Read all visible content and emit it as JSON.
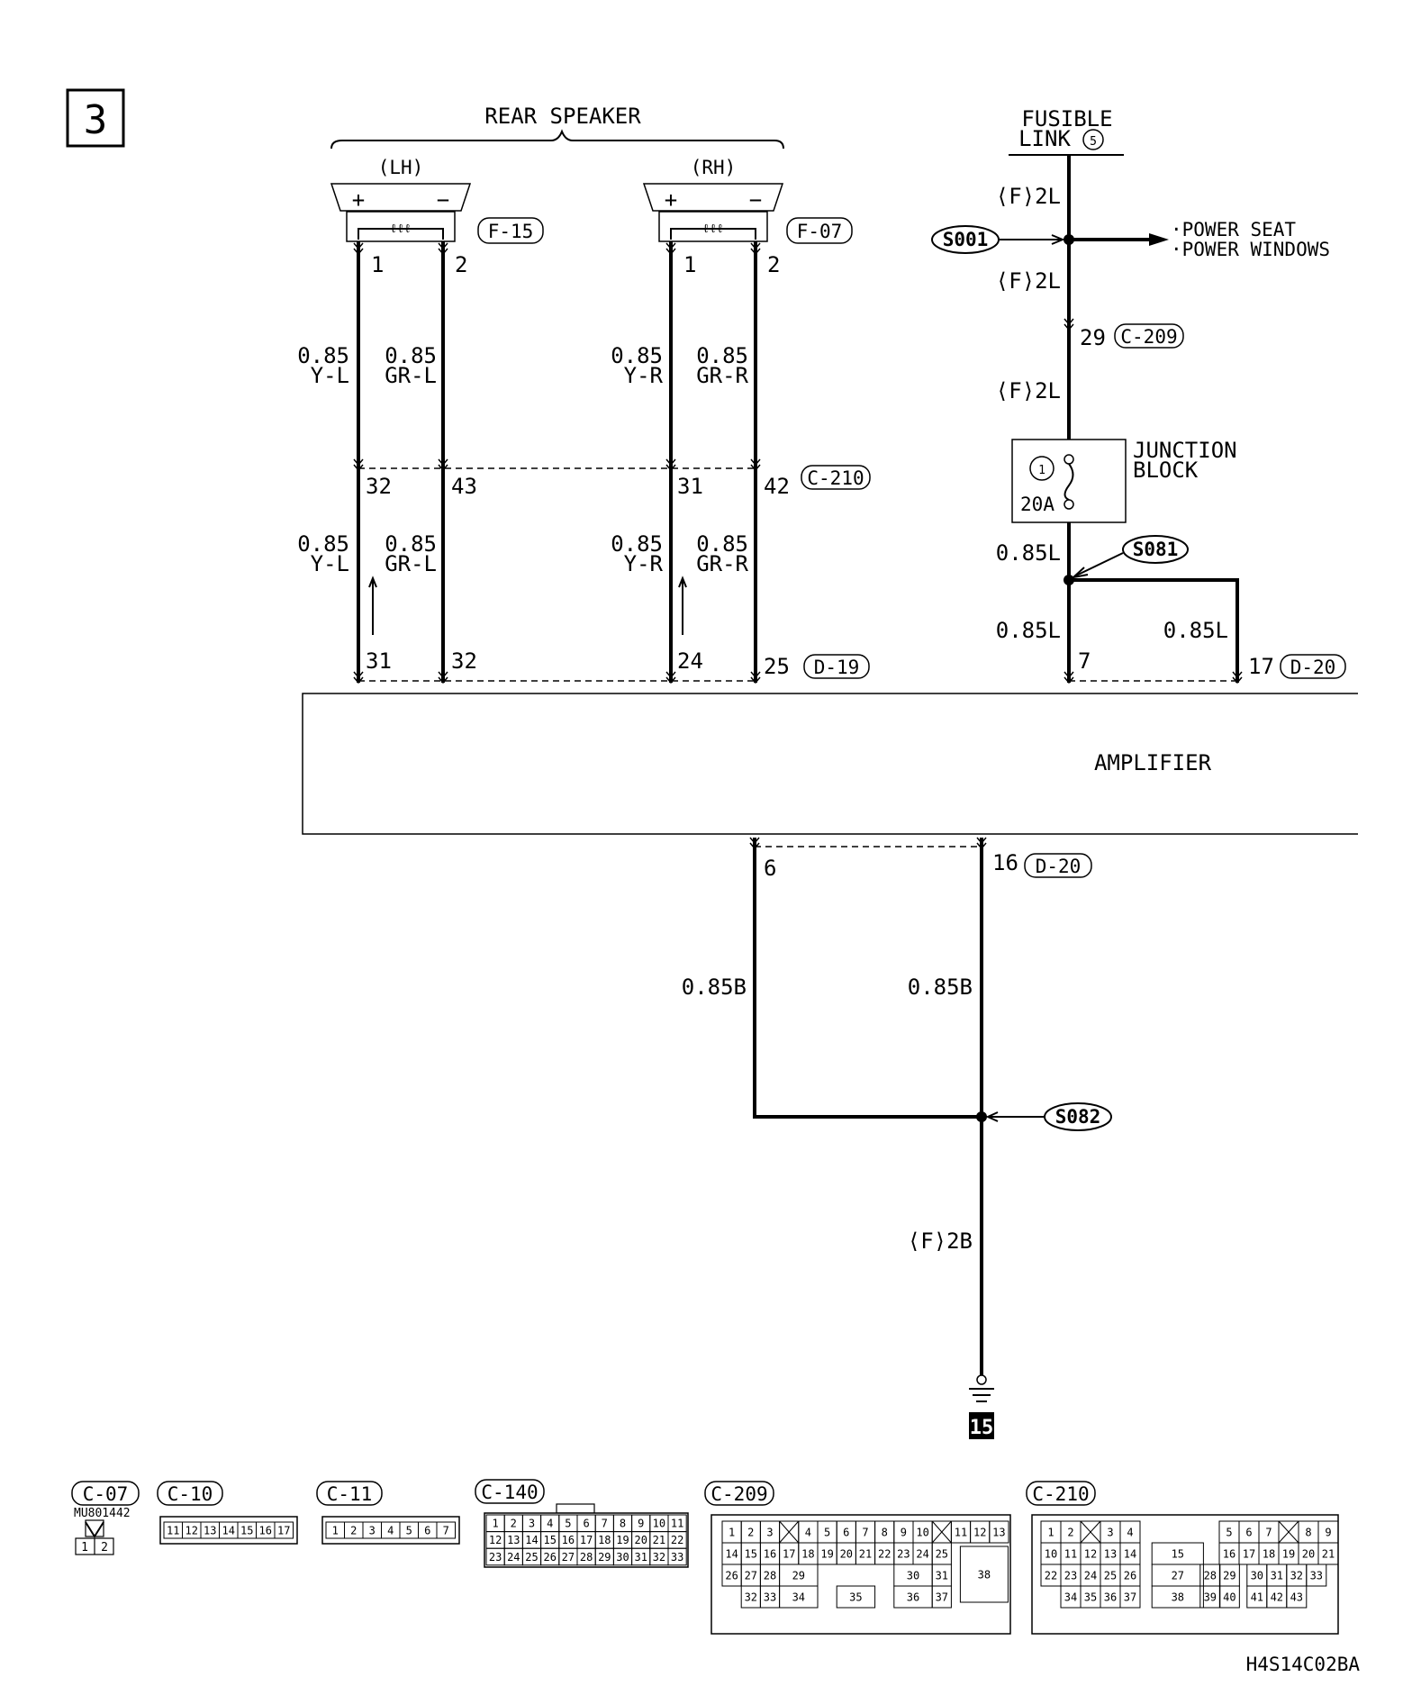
{
  "page_number": "3",
  "rear_speaker": {
    "title": "REAR SPEAKER",
    "lh": {
      "label": "(LH)",
      "connector": "F-15",
      "plus": "+",
      "minus": "−"
    },
    "rh": {
      "label": "(RH)",
      "connector": "F-07",
      "plus": "+",
      "minus": "−"
    }
  },
  "fusible_link": {
    "line1": "FUSIBLE",
    "line2": "LINK",
    "number": "5"
  },
  "splices": {
    "s001": "S001",
    "s081": "S081",
    "s082": "S082"
  },
  "power_feeds": [
    "·POWER SEAT",
    "·POWER WINDOWS"
  ],
  "junction_block": {
    "line1": "JUNCTION",
    "line2": "BLOCK",
    "fuse_no": "1",
    "rating": "20A"
  },
  "wire_labels": {
    "f2l": "⟨F⟩2L",
    "f2b": "⟨F⟩2B",
    "w085l": "0.85L",
    "w085b": "0.85B",
    "w085": "0.85",
    "yl": "Y-L",
    "grl": "GR-L",
    "yr": "Y-R",
    "grr": "GR-R"
  },
  "pins": {
    "sp_lh_1": "1",
    "sp_lh_2": "2",
    "sp_rh_1": "1",
    "sp_rh_2": "2",
    "c209_29": "29",
    "c210_32": "32",
    "c210_43": "43",
    "c210_31": "31",
    "c210_42": "42",
    "d19_31": "31",
    "d19_32": "32",
    "d19_24": "24",
    "d19_25": "25",
    "d20_7": "7",
    "d20_17": "17",
    "d20_6": "6",
    "d20_16": "16"
  },
  "connectors": {
    "c209": "C-209",
    "c210": "C-210",
    "d19": "D-19",
    "d20": "D-20",
    "c07": "C-07",
    "c10": "C-10",
    "c11": "C-11",
    "c140": "C-140"
  },
  "amplifier": "AMPLIFIER",
  "ground_number": "15",
  "c07_part": "MU801442",
  "c07_pins": [
    "1",
    "2"
  ],
  "c10_pins": [
    "11",
    "12",
    "13",
    "14",
    "15",
    "16",
    "17"
  ],
  "c11_pins": [
    "1",
    "2",
    "3",
    "4",
    "5",
    "6",
    "7"
  ],
  "c140_rows": [
    [
      "1",
      "2",
      "3",
      "4",
      "5",
      "6",
      "7",
      "8",
      "9",
      "10",
      "11"
    ],
    [
      "12",
      "13",
      "14",
      "15",
      "16",
      "17",
      "18",
      "19",
      "20",
      "21",
      "22"
    ],
    [
      "23",
      "24",
      "25",
      "26",
      "27",
      "28",
      "29",
      "30",
      "31",
      "32",
      "33"
    ]
  ],
  "c209_rows": [
    [
      "1",
      "2",
      "3",
      "",
      "4",
      "5",
      "6",
      "7",
      "8",
      "9",
      "10",
      "",
      "11",
      "12",
      "13"
    ],
    [
      "14",
      "15",
      "16",
      "17",
      "18",
      "19",
      "20",
      "21",
      "22",
      "23",
      "24",
      "25"
    ],
    [
      "26",
      "27",
      "28",
      "29",
      "30",
      "31",
      "38"
    ],
    [
      "32",
      "33",
      "34",
      "35",
      "36",
      "37"
    ]
  ],
  "c210_rows": [
    [
      "1",
      "2",
      "",
      "3",
      "4",
      "5",
      "6",
      "7",
      "",
      "8",
      "9"
    ],
    [
      "10",
      "11",
      "12",
      "13",
      "14",
      "15",
      "16",
      "17",
      "18",
      "19",
      "20",
      "21"
    ],
    [
      "22",
      "23",
      "24",
      "25",
      "26",
      "27",
      "28",
      "29",
      "30",
      "31",
      "32",
      "33"
    ],
    [
      "34",
      "35",
      "36",
      "37",
      "38",
      "39",
      "40",
      "41",
      "42",
      "43"
    ]
  ],
  "diagram_code": "H4S14C02BA"
}
